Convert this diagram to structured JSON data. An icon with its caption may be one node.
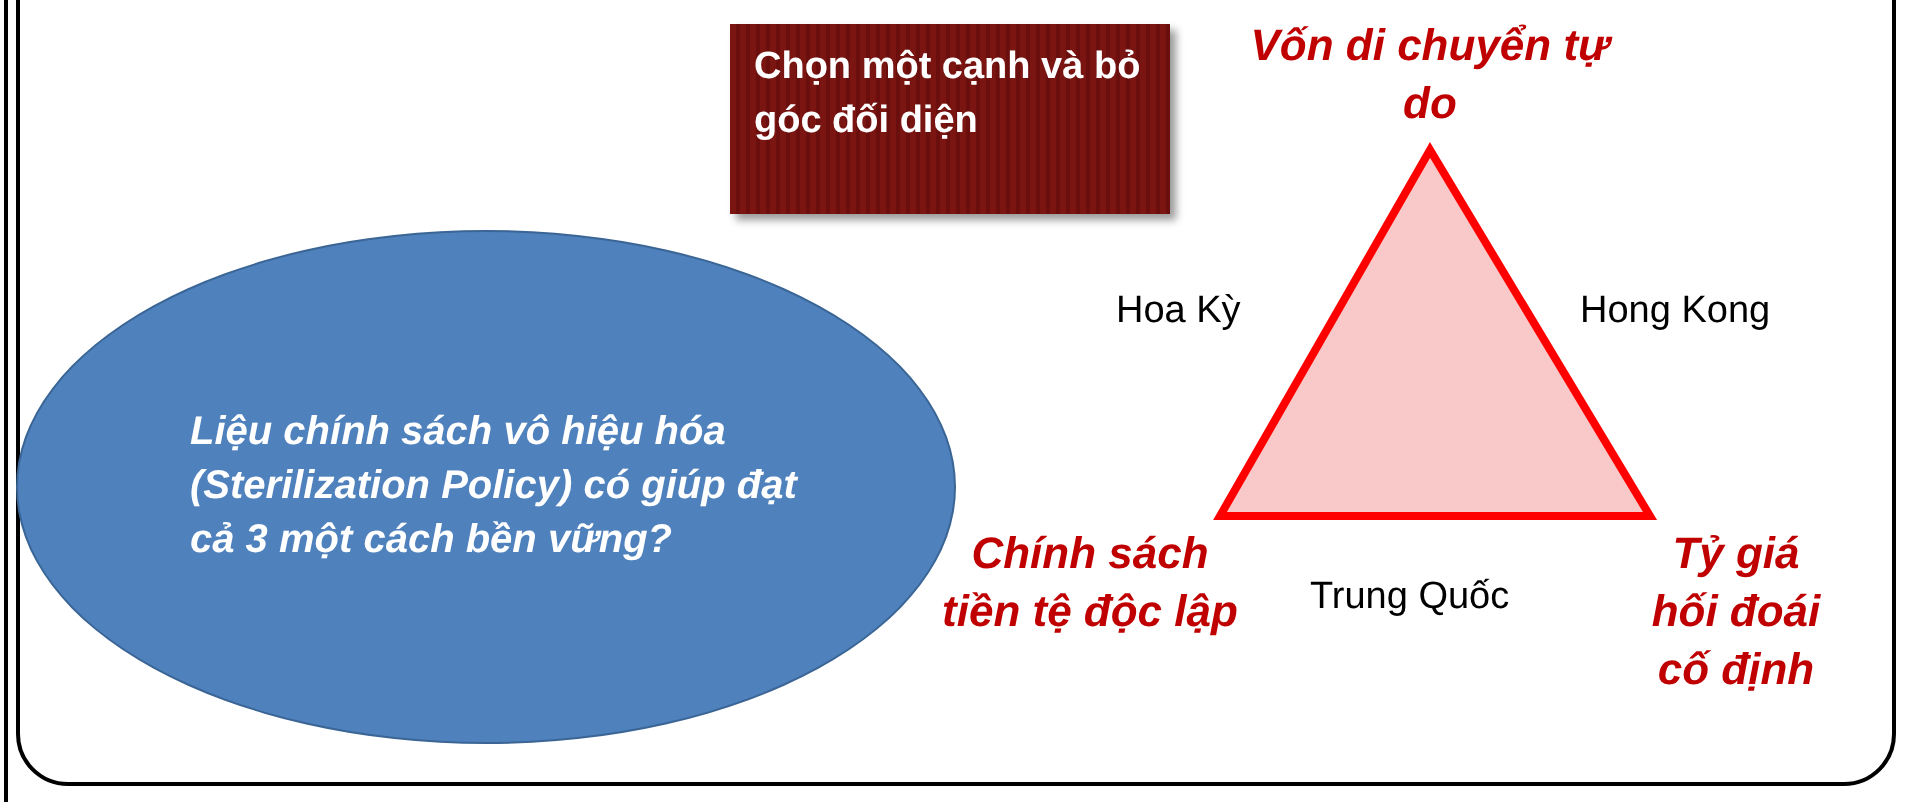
{
  "diagram": {
    "nodes": [
      {
        "text": [
          "Chọn một cạnh và bỏ góc đối diện"
        ]
      },
      {
        "text": [
          "Liệu chính sách vô hiệu hóa (Sterilization Policy) có giúp đạt cả 3 một cách bền vững?"
        ]
      },
      {
        "text": [],
        "shape": "triangle",
        "beside": [
          "Vốn di chuyển tự do",
          "Chính sách tiền tệ độc lập",
          "Tỷ giá hối đoái cố định"
        ]
      }
    ],
    "labels": [
      "Hoa Kỳ",
      "Hong Kong",
      "Trung Quốc"
    ]
  }
}
